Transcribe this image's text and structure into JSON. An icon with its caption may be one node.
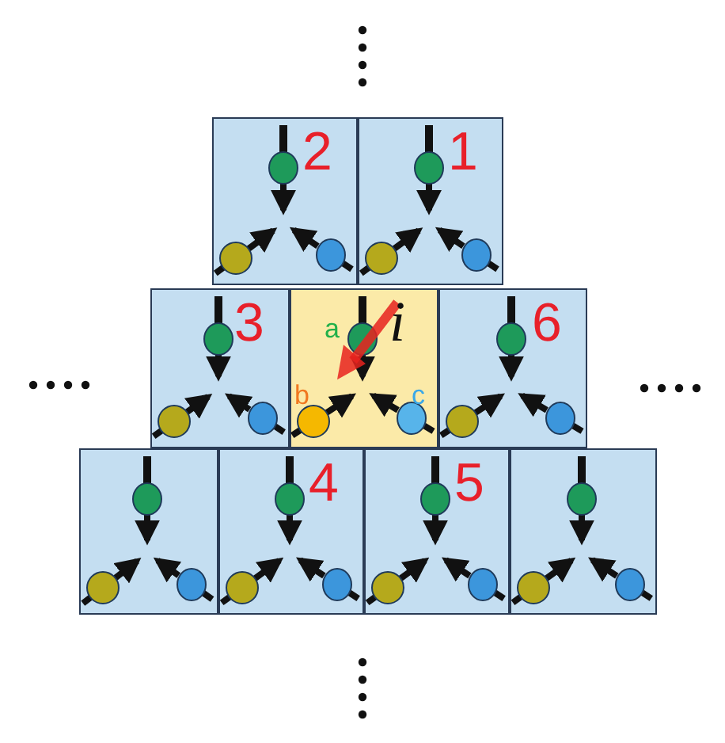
{
  "diagram": {
    "nodes": [
      {
        "text": [
          "2"
        ]
      },
      {
        "text": [
          "1"
        ]
      },
      {
        "text": [
          "3"
        ]
      },
      {
        "text": [
          "i",
          "a",
          "b",
          "c"
        ]
      },
      {
        "text": [
          "6"
        ]
      },
      {
        "text": [],
        "shape": "box"
      },
      {
        "text": [
          "4"
        ]
      },
      {
        "text": [
          "5"
        ]
      },
      {
        "text": [],
        "shape": "box"
      }
    ]
  }
}
